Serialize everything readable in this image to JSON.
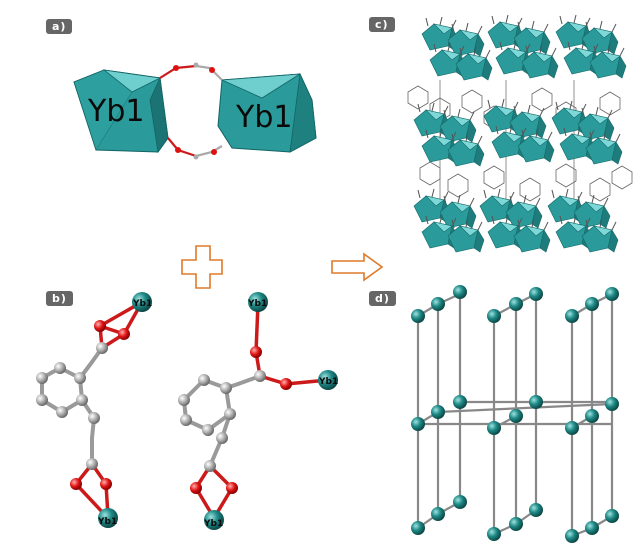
{
  "panels": {
    "a": {
      "label": "a)"
    },
    "b": {
      "label": "b)"
    },
    "c": {
      "label": "c)"
    },
    "d": {
      "label": "d)"
    }
  },
  "dimer": {
    "left": "Yb1",
    "right": "Yb1"
  },
  "ligand_left": {
    "top_metal": "Yb1",
    "bottom_metal": "Yb1"
  },
  "ligand_right": {
    "top_metal": "Yb1",
    "side_metal": "Yb1",
    "bottom_metal": "Yb1"
  },
  "colors": {
    "polyhedron": "#2a9a9a",
    "polyhedron_light": "#7fd8d8",
    "oxygen": "#dd1111",
    "carbon": "#9a9a9a",
    "ytterbium": "#1f7a78",
    "arrow": "#e07a2a"
  },
  "symbols": {
    "plus": "plus-sign",
    "arrow": "right-arrow"
  }
}
